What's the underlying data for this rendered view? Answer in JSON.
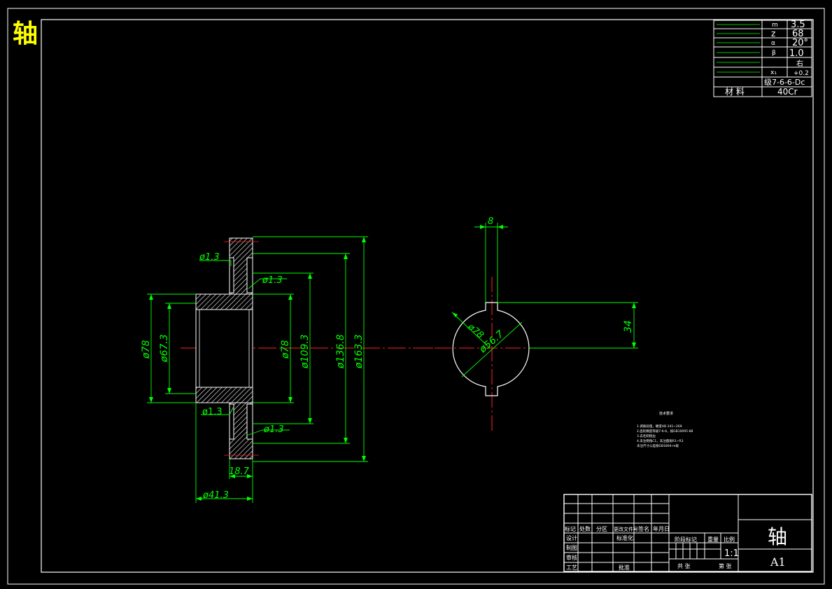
{
  "corner_title": "轴",
  "params": [
    {
      "symbol": "m",
      "value": "3.5"
    },
    {
      "symbol": "z",
      "value": "68"
    },
    {
      "symbol": "α",
      "value": "20°"
    },
    {
      "symbol": "β",
      "value": "1.0"
    },
    {
      "symbol": "",
      "value": "右"
    },
    {
      "symbol": "x₁",
      "value": "+0.2"
    }
  ],
  "grade": "级7-6-6-Dc",
  "material_label": "材 料",
  "material_value": "40Cr",
  "dims": {
    "d1_3_a": "ø1.3",
    "d1_3_b": "ø1.3",
    "d1_3_c": "ø1.3",
    "d1_3_d": "ø1.3",
    "d78_left": "ø78",
    "d67_3": "ø67.3",
    "d78_mid": "ø78",
    "d109_3": "ø109.3",
    "d136_8": "ø136.8",
    "d163_3": "ø163.3",
    "w18_7": "18.7",
    "w41_3": "ø41.3",
    "key8": "8",
    "h34": "34",
    "d78_sec": "ø78",
    "d56_7": "ø56.7"
  },
  "notes": {
    "title": "技术要求",
    "lines": [
      "1.调质处理，硬度HB 241~269",
      "2.齿轮精度等级7-6-6，按GB10095-88",
      "3.去毛刺锐边",
      "4.未注倒角C1，未注圆角R1~R3",
      "  未注尺寸公差按GB1804-m级"
    ]
  },
  "titleblock": {
    "labels": [
      "标记",
      "处数",
      "分区",
      "更改文件号",
      "签名",
      "年月日"
    ],
    "design": "设计",
    "standard": "标准化",
    "draw": "制图",
    "review": "审核",
    "process": "工艺",
    "approve": "批准",
    "stage": "阶段标记",
    "weight": "重量",
    "scale_label": "比例",
    "scale": "1:1",
    "total": "共 张",
    "sheet": "第 张",
    "name": "轴",
    "code": "A1"
  }
}
